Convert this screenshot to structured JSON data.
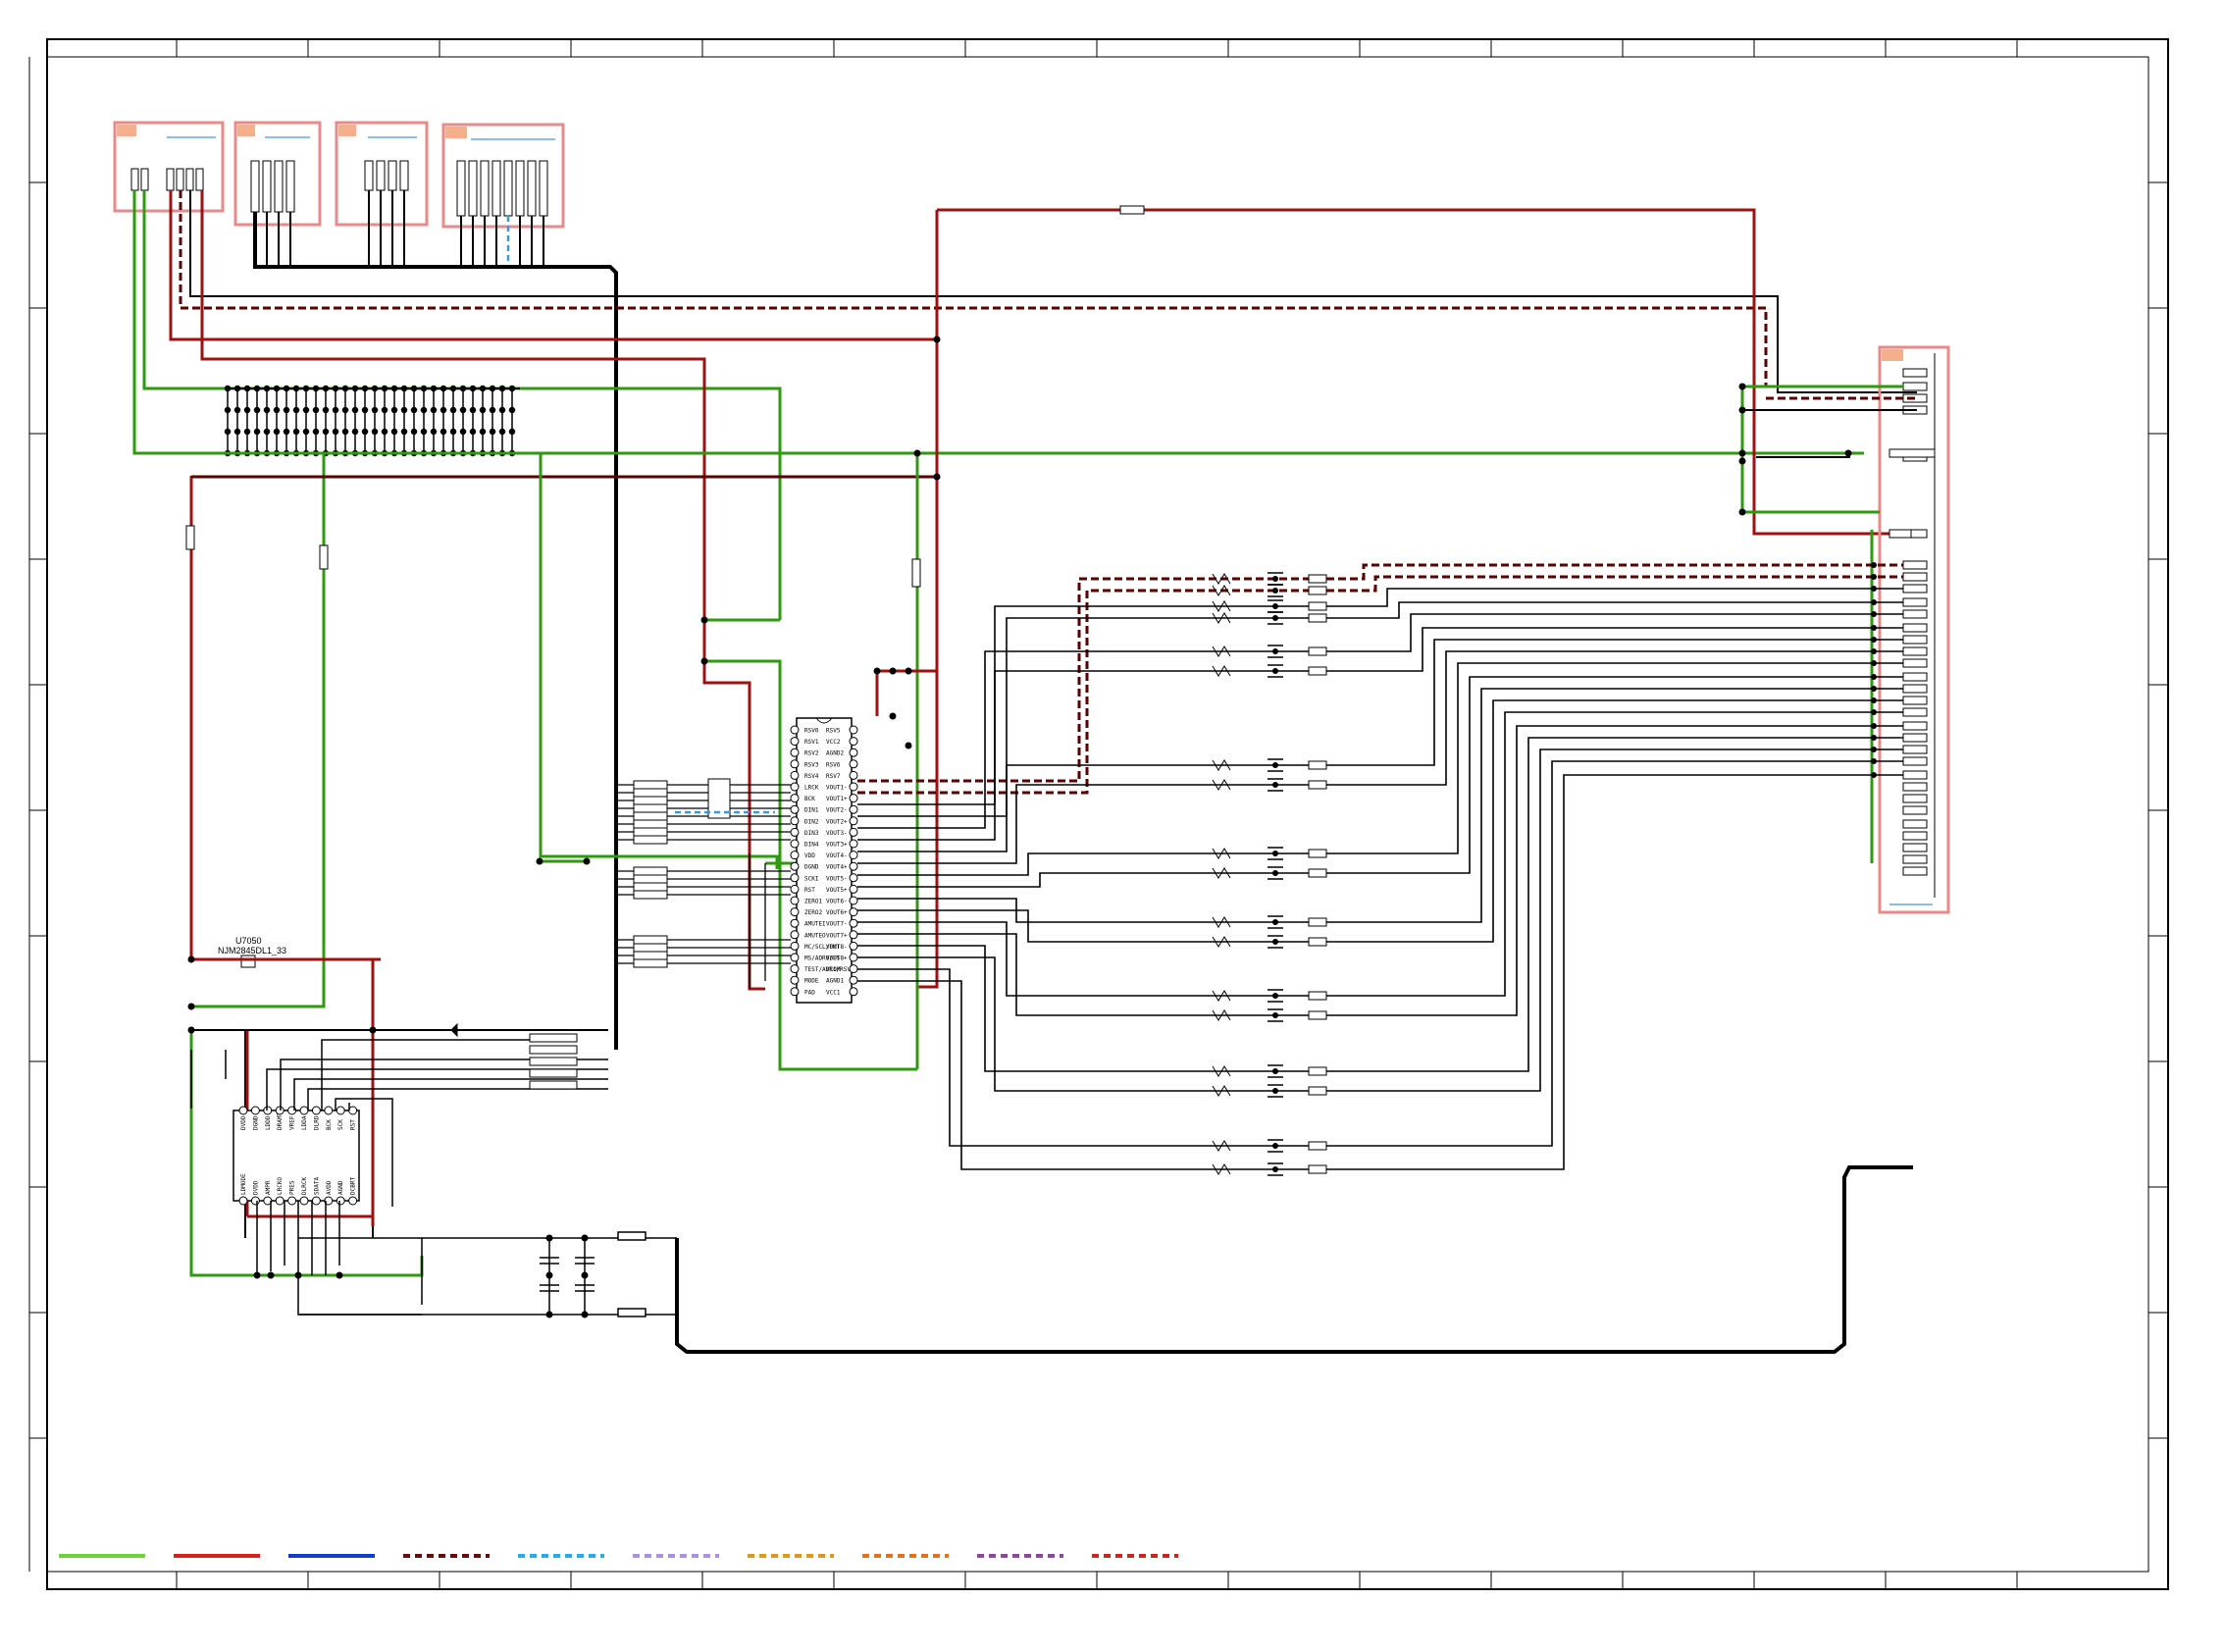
{
  "sheet": {
    "colors": {
      "frame": "#000000",
      "connector_box": "#e88a8a",
      "connector_tab": "#f4b08a",
      "connector_line": "#6aa8d8",
      "green": "#2f9a10",
      "red": "#a01010",
      "darkred": "#5a0000",
      "black": "#000000",
      "blue_dash": "#3a9ad8"
    }
  },
  "regulator": {
    "ref": "U7050",
    "part": "NJM2845DL1_33"
  },
  "dac": {
    "pins_left": [
      "RSV0",
      "RSV1",
      "RSV2",
      "RSV3",
      "RSV4",
      "LRCK",
      "BCK",
      "DIN1",
      "DIN2",
      "DIN3",
      "DIN4",
      "VDD",
      "DGND",
      "SCKI",
      "RST",
      "ZERO1",
      "ZERO2",
      "AMUTEI",
      "AMUTEO",
      "MC/SCL/FMT",
      "MS/ADR0/FS",
      "TEST/ADR1/RSV",
      "MODE",
      "PAD"
    ],
    "pins_right": [
      "RSV5",
      "VCC2",
      "AGND2",
      "RSV6",
      "RSV7",
      "VOUT1-",
      "VOUT1+",
      "VOUT2-",
      "VOUT2+",
      "VOUT3-",
      "VOUT3+",
      "VOUT4-",
      "VOUT4+",
      "VOUT5-",
      "VOUT5+",
      "VOUT6-",
      "VOUT6+",
      "VOUT7-",
      "VOUT7+",
      "VOUT8-",
      "VOUT8+",
      "VCOM",
      "AGND1",
      "VCC1"
    ]
  },
  "receiver": {
    "pins_top": [
      "DVDD",
      "DGND",
      "LDDD",
      "DRAMT",
      "VREF",
      "LDDA",
      "DLRD",
      "BCK",
      "SCK",
      "RST"
    ],
    "pins_bottom": [
      "LDMODE",
      "DVDD",
      "AMPR",
      "LRCKO",
      "PRES",
      "DLRCK",
      "SDATA",
      "AVDD",
      "AGND",
      "DCBRT"
    ]
  },
  "legend": {
    "swatches": [
      {
        "color": "#6ad438",
        "style": "solid"
      },
      {
        "color": "#d42020",
        "style": "solid"
      },
      {
        "color": "#1040c8",
        "style": "solid"
      },
      {
        "color": "#6a0a0a",
        "style": "dashed"
      },
      {
        "color": "#2aa8e8",
        "style": "dashed"
      },
      {
        "color": "#a890e8",
        "style": "dashed"
      },
      {
        "color": "#d89a20",
        "style": "dashed"
      },
      {
        "color": "#e8701a",
        "style": "dashed"
      },
      {
        "color": "#8a4a9a",
        "style": "dashed"
      },
      {
        "color": "#d42020",
        "style": "dashed"
      }
    ]
  }
}
